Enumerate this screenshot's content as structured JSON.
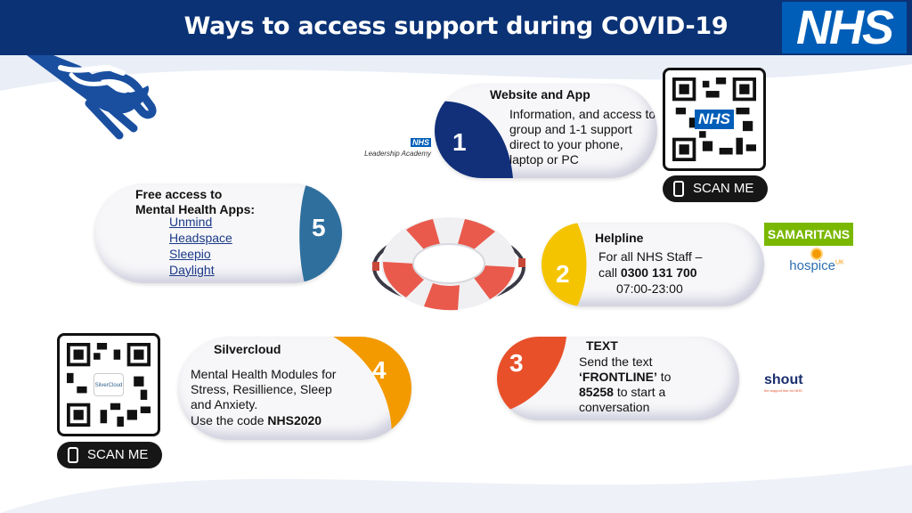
{
  "header": {
    "title": "Ways to access support during COVID-19",
    "logo_text": "NHS"
  },
  "website_app": {
    "number": "1",
    "heading": "Website and App",
    "body": "Information, and access to group and 1-1 support direct to your phone, laptop or PC",
    "logo_badge": "NHS",
    "logo_text": "Leadership Academy",
    "qr_badge": "NHS",
    "scan_label": "SCAN ME"
  },
  "apps": {
    "number": "5",
    "heading_line1": "Free access to",
    "heading_line2": "Mental Health Apps:",
    "links": [
      "Unmind",
      "Headspace",
      "Sleepio",
      "Daylight"
    ]
  },
  "helpline": {
    "number": "2",
    "heading": "Helpline",
    "line1": "For all NHS Staff –",
    "line2_prefix": "call ",
    "phone": "0300 131 700",
    "hours": "07:00-23:00",
    "logo1": "SAMARITANS",
    "logo2": "hospice",
    "logo2_suffix": "UK"
  },
  "silvercloud": {
    "number": "4",
    "heading": "Silvercloud",
    "body": "Mental Health Modules for Stress, Resillience, Sleep and Anxiety.",
    "code_prefix": "Use the code ",
    "code": "NHS2020",
    "qr_badge": "SilverCloud",
    "scan_label": "SCAN ME"
  },
  "text": {
    "number": "3",
    "heading": "TEXT",
    "line1": "Send the text",
    "keyword": "‘FRONTLINE’",
    "line2_suffix": " to",
    "shortcode": "85258",
    "line3_suffix": " to start a conversation",
    "logo": "shout",
    "logo_tagline": "the support line for NHS"
  },
  "colors": {
    "header_bg": "#0a3275",
    "nhs_blue": "#005eb8",
    "wedge_1": "#12307a",
    "wedge_2": "#f5c400",
    "wedge_3": "#e8502a",
    "wedge_4": "#f39a00",
    "wedge_5": "#2e6f9e",
    "samaritans_green": "#7ab800"
  }
}
